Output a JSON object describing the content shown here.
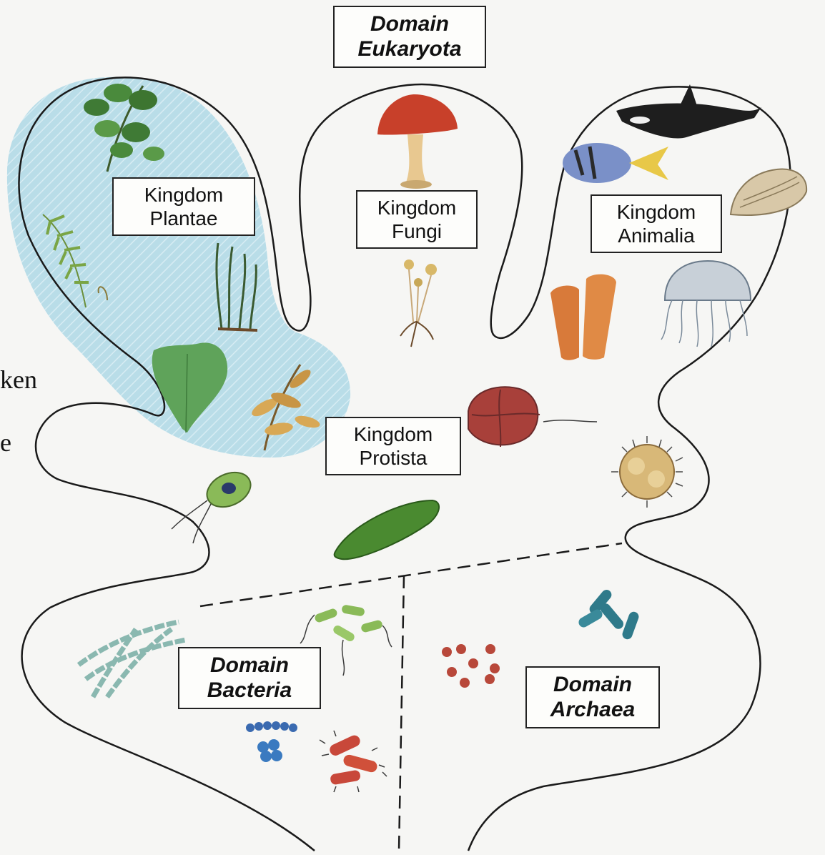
{
  "labels": {
    "eukaryota": {
      "line1": "Domain",
      "line2": "Eukaryota"
    },
    "plantae": {
      "line1": "Kingdom",
      "line2": "Plantae"
    },
    "fungi": {
      "line1": "Kingdom",
      "line2": "Fungi"
    },
    "animalia": {
      "line1": "Kingdom",
      "line2": "Animalia"
    },
    "protista": {
      "line1": "Kingdom",
      "line2": "Protista"
    },
    "bacteria": {
      "line1": "Domain",
      "line2": "Bacteria"
    },
    "archaea": {
      "line1": "Domain",
      "line2": "Archaea"
    }
  },
  "cut_text": {
    "line1": "ken",
    "line2": "e"
  },
  "colors": {
    "plantae_region": "#b9dde8",
    "outline": "#1a1a1a",
    "background": "#f6f6f4"
  }
}
